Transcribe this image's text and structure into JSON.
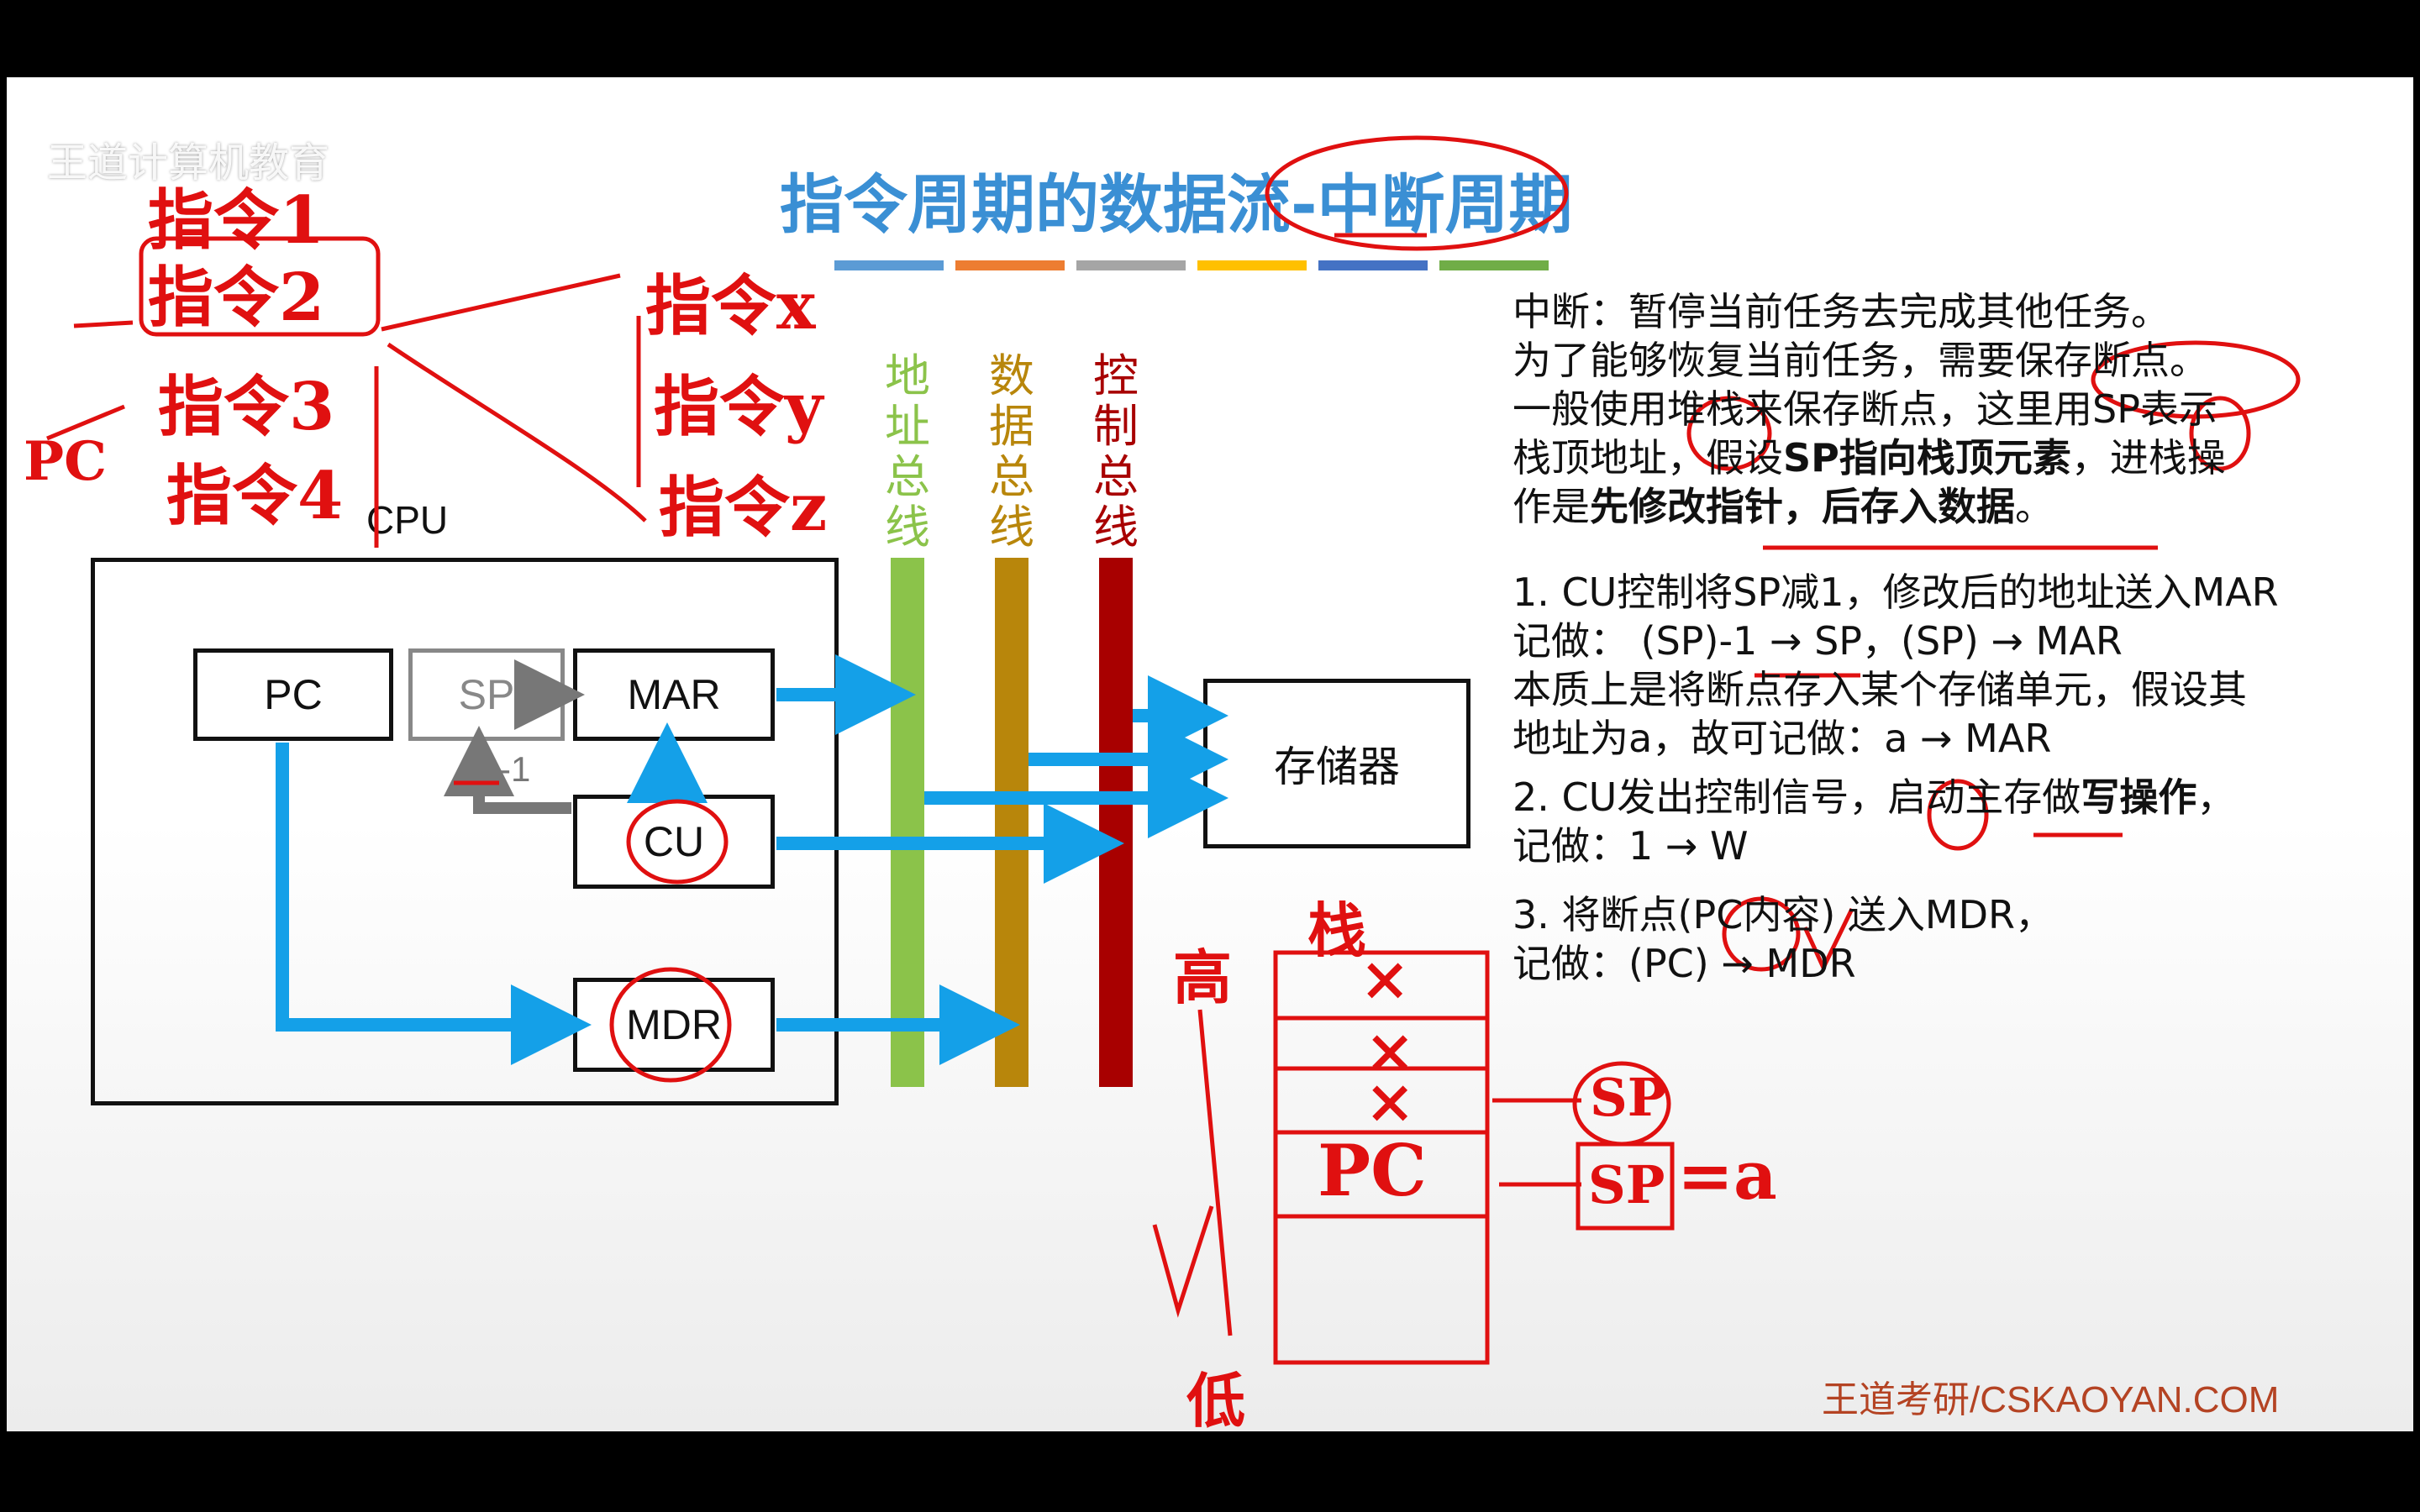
{
  "slide": {
    "title": "指令周期的数据流-中断周期",
    "watermark": "王道计算机教育",
    "color_bars": [
      "#5b9bd5",
      "#ed7d31",
      "#a5a5a5",
      "#ffc000",
      "#4472c4",
      "#70ad47"
    ],
    "footer": "王道考研/CSKAOYAN.COM"
  },
  "diagram": {
    "cpu_label": "CPU",
    "boxes": {
      "pc": "PC",
      "sp": "SP",
      "mar": "MAR",
      "cu": "CU",
      "mdr": "MDR",
      "memory": "存储器"
    },
    "sp_decrement": "-1",
    "buses": {
      "address": {
        "label": "地址总线",
        "color": "#8bc34a",
        "label_color": "#8bc34a"
      },
      "data": {
        "label": "数据总线",
        "color": "#b8860b",
        "label_color": "#b8860b"
      },
      "control": {
        "label": "控制总线",
        "color": "#a80000",
        "label_color": "#a80000"
      }
    },
    "arrow_color": "#14a0e8"
  },
  "explanation": {
    "line1": "中断：暂停当前任务去完成其他任务。",
    "line2": "为了能够恢复当前任务，需要保存断点。",
    "line3": "一般使用堆栈来保存断点，这里用SP表示",
    "line4_pre": "栈顶地址，假设",
    "line4_bold": "SP指向栈顶元素",
    "line4_post": "，进栈操",
    "line5_pre": "作是",
    "line5_bold": "先修改指针，后存入数据",
    "line5_post": "。",
    "step1_a": "1. CU控制将SP减1，修改后的地址送入MAR",
    "step1_b": "记做： (SP)-1 → SP，(SP) → MAR",
    "step1_c": "本质上是将断点存入某个存储单元，假设其",
    "step1_d": "地址为a，故可记做：a → MAR",
    "step2_a_pre": "2. CU发出控制信号，启动主存做",
    "step2_a_bold": "写操作",
    "step2_a_post": "，",
    "step2_b": "记做：1 → W",
    "step3_a": "3. 将断点(PC内容) 送入MDR，",
    "step3_b": "记做：(PC) → MDR"
  },
  "handwriting": {
    "instr1": "指令1",
    "instr2": "指令2",
    "instr3": "指令3",
    "instr4": "指令4",
    "instrx": "指令x",
    "instry": "指令y",
    "instrz": "指令z",
    "pc": "PC",
    "high": "高",
    "stack": "栈",
    "low": "低",
    "stack_pc": "PC",
    "sp1": "SP",
    "sp2": "SP",
    "eq_a": "=a",
    "x_mark": "×"
  }
}
